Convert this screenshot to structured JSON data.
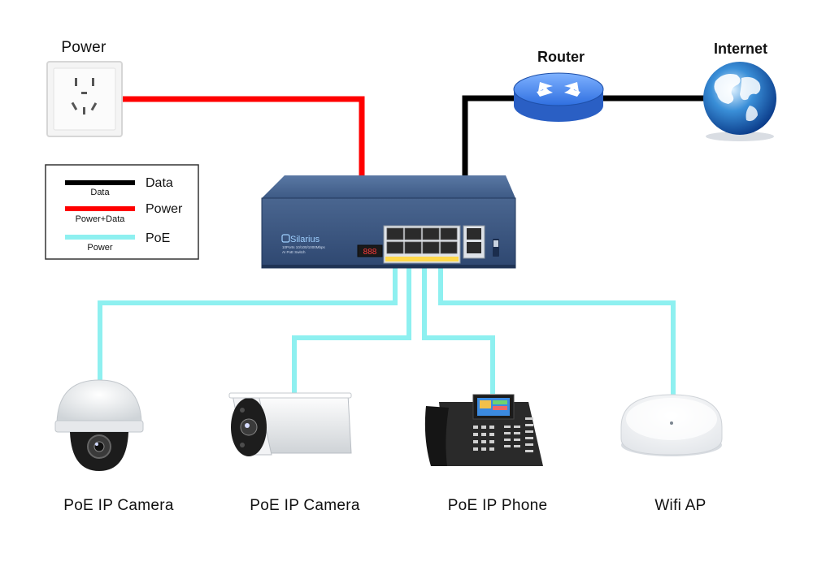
{
  "labels": {
    "power": "Power",
    "router": "Router",
    "internet": "Internet",
    "camera_dome": "PoE IP Camera",
    "camera_bullet": "PoE IP Camera",
    "phone": "PoE IP Phone",
    "wifi_ap": "Wifi AP"
  },
  "legend": {
    "items": [
      {
        "key": "Data",
        "sub": "Data",
        "color": "#000000"
      },
      {
        "key": "Power",
        "sub": "Power+Data",
        "color": "#ff0000"
      },
      {
        "key": "PoE",
        "sub": "Power",
        "color": "#8ef0f0"
      }
    ]
  },
  "switch": {
    "brand": "Silarius",
    "model": "10Ports 10/100/1000Mbps",
    "type": "AI PoE Switch",
    "display": "888"
  },
  "colors": {
    "data": "#000000",
    "power": "#ff0000",
    "poe": "#8ef0f0",
    "switch_body": "#3d5a80"
  }
}
